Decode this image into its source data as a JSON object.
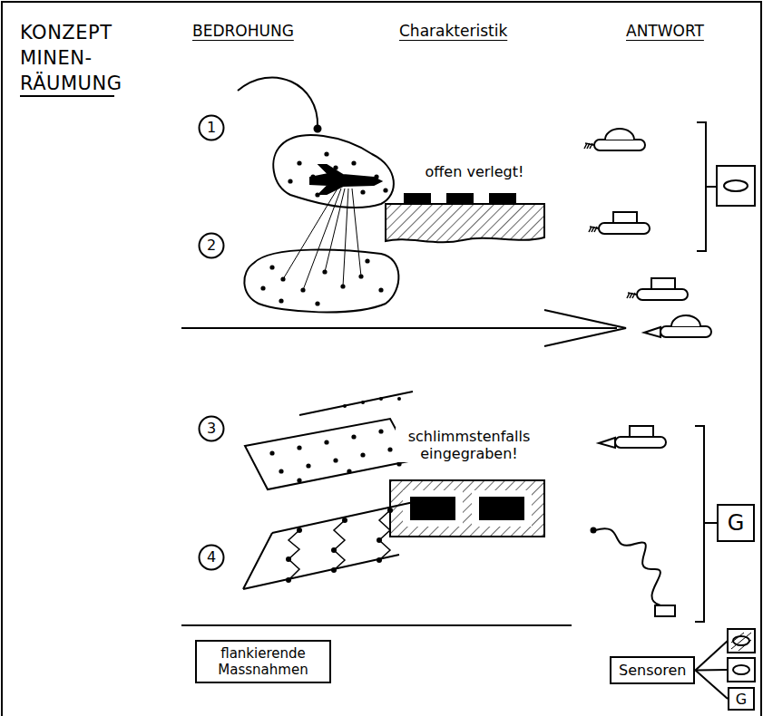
{
  "diagram": {
    "title": "KONZEPT MINEN- RÄUMUNG",
    "nodes": [
      {
        "text": [
          "1"
        ]
      },
      {
        "text": [
          "2"
        ]
      },
      {
        "text": [
          "3"
        ]
      },
      {
        "text": [
          "4"
        ]
      },
      {
        "text": [
          "G"
        ]
      },
      {
        "text": [
          "flankierende Massnahmen"
        ]
      },
      {
        "text": [
          "Sensoren"
        ]
      },
      {
        "text": [
          "G"
        ]
      }
    ],
    "edges": [
      {
        "from": 6,
        "to": 7,
        "arrow": "none"
      }
    ],
    "labels": [
      "BEDROHUNG",
      "Charakteristik",
      "ANTWORT",
      "offen verlegt!",
      "schlimmstenfalls eingegraben!"
    ]
  }
}
